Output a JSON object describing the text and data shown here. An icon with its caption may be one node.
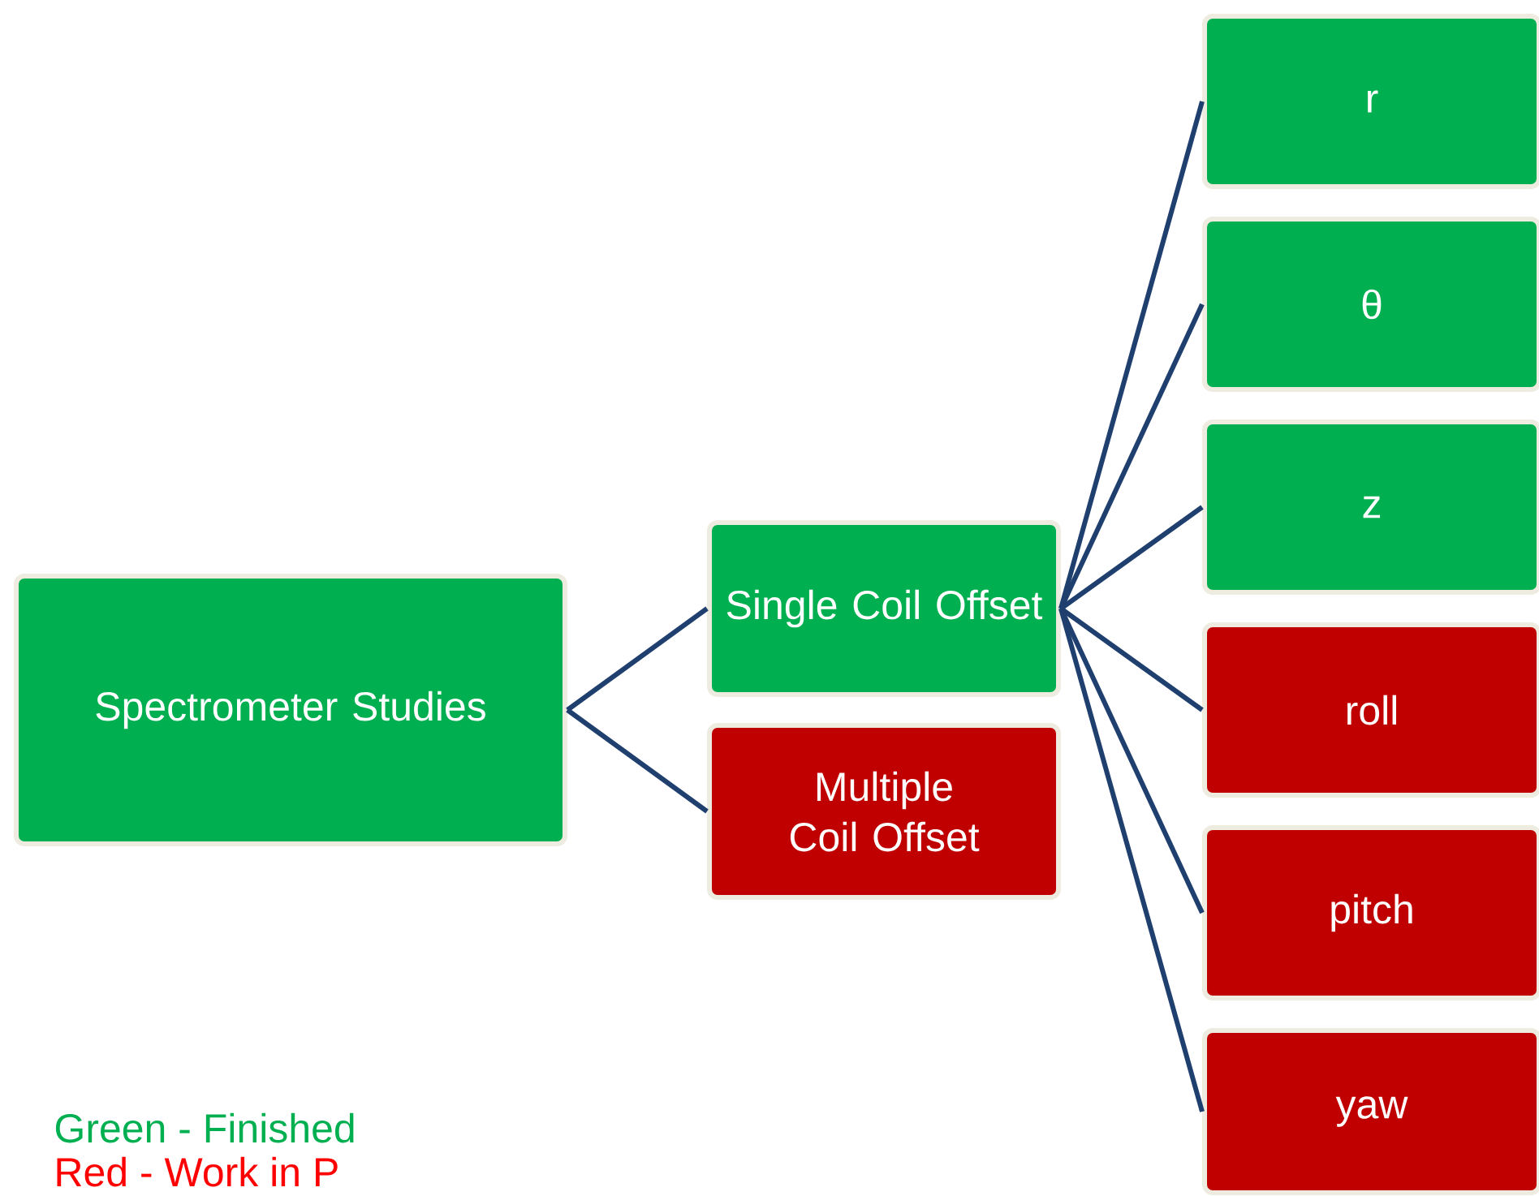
{
  "diagram": {
    "nodes": [
      {
        "text": [
          "Spectrometer Studies"
        ]
      },
      {
        "text": [
          "Single Coil Offset"
        ]
      },
      {
        "text": [
          "Multiple Coil Offset"
        ]
      },
      {
        "text": [
          "r"
        ]
      },
      {
        "text": [
          "θ"
        ]
      },
      {
        "text": [
          "z"
        ]
      },
      {
        "text": [
          "roll"
        ]
      },
      {
        "text": [
          "pitch"
        ]
      },
      {
        "text": [
          "yaw"
        ]
      }
    ],
    "edges": [
      {
        "from": 0,
        "to": 1,
        "arrow": "none"
      },
      {
        "from": 0,
        "to": 2,
        "arrow": "none"
      },
      {
        "from": 1,
        "to": 3,
        "arrow": "none"
      },
      {
        "from": 1,
        "to": 4,
        "arrow": "none"
      },
      {
        "from": 1,
        "to": 5,
        "arrow": "none"
      },
      {
        "from": 1,
        "to": 6,
        "arrow": "none"
      },
      {
        "from": 1,
        "to": 7,
        "arrow": "none"
      },
      {
        "from": 1,
        "to": 8,
        "arrow": "none"
      }
    ],
    "labels": [
      "Green - Finished",
      "Red - Work in P"
    ]
  }
}
